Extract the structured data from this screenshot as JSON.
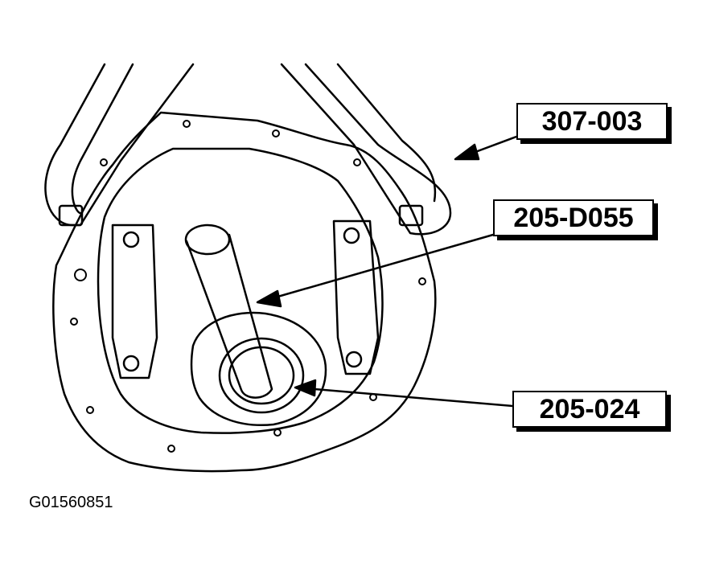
{
  "callouts": [
    {
      "id": "tool-307-003",
      "label": "307-003"
    },
    {
      "id": "tool-205-d055",
      "label": "205-D055"
    },
    {
      "id": "tool-205-024",
      "label": "205-024"
    }
  ],
  "figure_id": "G01560851",
  "colors": {
    "line": "#000000",
    "background": "#ffffff"
  }
}
